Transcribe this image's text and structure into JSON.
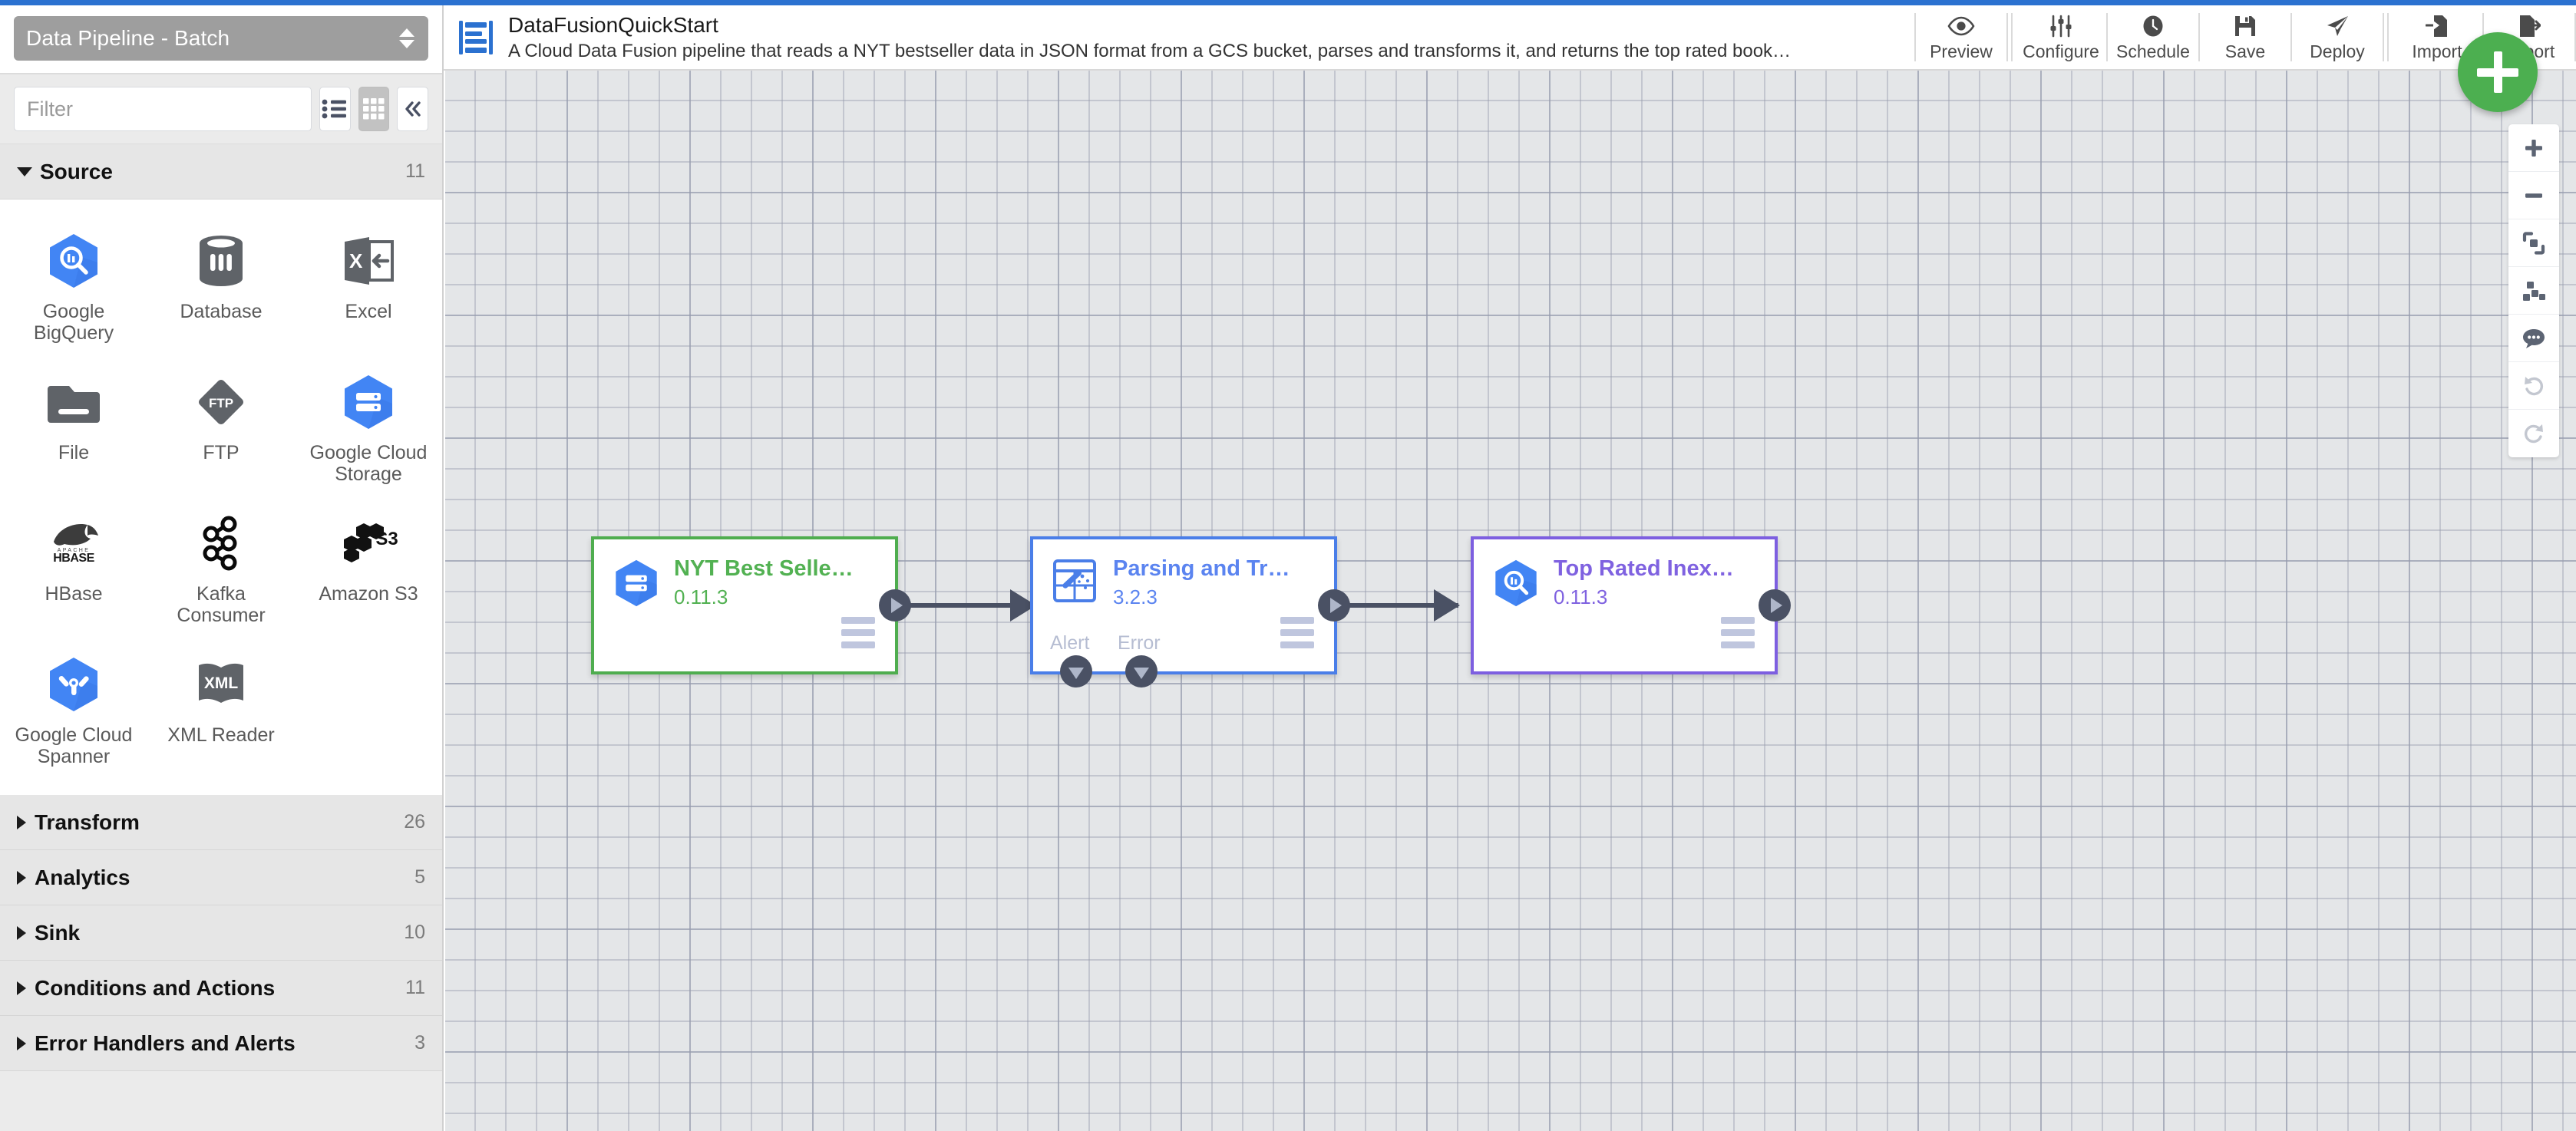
{
  "theme": {
    "accent_blue": "#2b71d0",
    "source_green": "#4fad4f",
    "transform_blue": "#4a7ee8",
    "sink_purple": "#7d5fe0",
    "fab_green": "#4caf50",
    "annotation_red": "#e8492b",
    "canvas_bg": "#e4e6e8"
  },
  "sidebar": {
    "pipeline_type": "Data Pipeline - Batch",
    "filter_placeholder": "Filter",
    "view_list_label": "list-view",
    "view_grid_label": "grid-view",
    "collapse_label": "collapse-panel",
    "groups": [
      {
        "name": "Source",
        "count": "11",
        "expanded": true
      },
      {
        "name": "Transform",
        "count": "26",
        "expanded": false
      },
      {
        "name": "Analytics",
        "count": "5",
        "expanded": false
      },
      {
        "name": "Sink",
        "count": "10",
        "expanded": false
      },
      {
        "name": "Conditions and Actions",
        "count": "11",
        "expanded": false
      },
      {
        "name": "Error Handlers and Alerts",
        "count": "3",
        "expanded": false
      }
    ],
    "source_plugins": [
      {
        "label": "Google BigQuery",
        "icon": "bigquery-icon"
      },
      {
        "label": "Database",
        "icon": "database-icon"
      },
      {
        "label": "Excel",
        "icon": "excel-icon"
      },
      {
        "label": "File",
        "icon": "file-folder-icon"
      },
      {
        "label": "FTP",
        "icon": "ftp-icon"
      },
      {
        "label": "Google Cloud Storage",
        "icon": "gcs-icon"
      },
      {
        "label": "HBase",
        "icon": "hbase-icon"
      },
      {
        "label": "Kafka Consumer",
        "icon": "kafka-icon"
      },
      {
        "label": "Amazon S3",
        "icon": "amazon-s3-icon"
      },
      {
        "label": "Google Cloud Spanner",
        "icon": "spanner-icon"
      },
      {
        "label": "XML Reader",
        "icon": "xml-reader-icon"
      }
    ]
  },
  "header": {
    "pipeline_name": "DataFusionQuickStart",
    "pipeline_description": "A Cloud Data Fusion pipeline that reads a NYT bestseller data in JSON format from a GCS bucket, parses and transforms it, and returns the top rated book…",
    "actions": [
      {
        "label": "Preview",
        "icon": "eye-icon"
      },
      {
        "label": "Configure",
        "icon": "sliders-icon"
      },
      {
        "label": "Schedule",
        "icon": "clock-icon"
      },
      {
        "label": "Save",
        "icon": "floppy-disk-icon"
      },
      {
        "label": "Deploy",
        "icon": "paper-plane-icon"
      },
      {
        "label": "Import",
        "icon": "import-icon"
      },
      {
        "label": "Export",
        "icon": "export-icon"
      }
    ]
  },
  "canvas": {
    "add_node_label": "add-node",
    "controls": [
      {
        "name": "zoom-in-button",
        "icon": "plus-icon",
        "disabled": false
      },
      {
        "name": "zoom-out-button",
        "icon": "minus-icon",
        "disabled": false
      },
      {
        "name": "fit-to-screen-button",
        "icon": "fit-icon",
        "disabled": false
      },
      {
        "name": "align-nodes-button",
        "icon": "cleanup-icon",
        "disabled": false
      },
      {
        "name": "comment-button",
        "icon": "comment-icon",
        "disabled": false
      },
      {
        "name": "undo-button",
        "icon": "undo-icon",
        "disabled": true
      },
      {
        "name": "redo-button",
        "icon": "redo-icon",
        "disabled": true
      }
    ],
    "nodes": [
      {
        "id": "source",
        "name": "NYT Best Selle…",
        "version": "0.11.3",
        "type": "source",
        "icon": "gcs-icon",
        "color": "green",
        "ports": {
          "output": true,
          "alert": false,
          "error": false
        }
      },
      {
        "id": "transform",
        "name": "Parsing and Tr…",
        "version": "3.2.3",
        "type": "transform",
        "icon": "wrangler-icon",
        "color": "blue",
        "alert_label": "Alert",
        "error_label": "Error",
        "ports": {
          "output": true,
          "alert": true,
          "error": true
        }
      },
      {
        "id": "sink",
        "name": "Top Rated Inex…",
        "version": "0.11.3",
        "type": "sink",
        "icon": "bigquery-icon",
        "color": "purple",
        "ports": {
          "output": true,
          "alert": false,
          "error": false
        }
      }
    ],
    "annotation": {
      "name": "deploy-pointer-arrow",
      "points_to": "Deploy"
    }
  }
}
